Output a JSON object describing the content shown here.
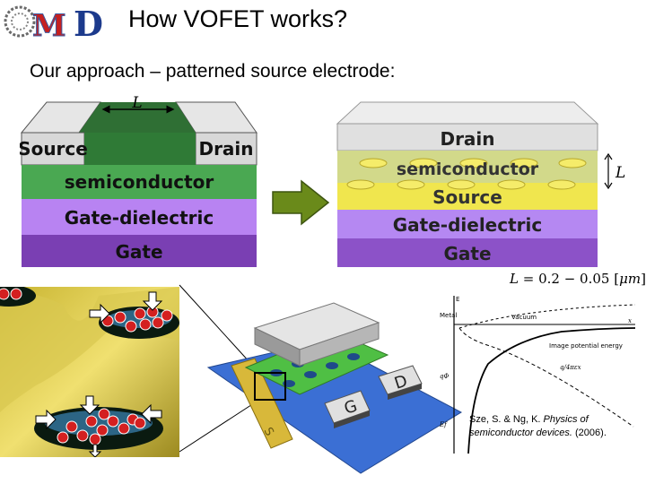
{
  "title": "How VOFET works?",
  "subtitle": "Our approach – patterned source electrode:",
  "logo": {
    "text": "MD",
    "ring": "#6a6a6a",
    "letter_m": "#c62020",
    "letter_d": "#1c3a8c"
  },
  "left_device": {
    "length_label": "L",
    "layers": {
      "source": "Source",
      "drain": "Drain",
      "semiconductor": "semiconductor",
      "dielectric": "Gate-dielectric",
      "gate": "Gate"
    },
    "colors": {
      "electrode": "#cfcfcf",
      "semiconductor": "#3e9a45",
      "dielectric": "#b27ff0",
      "gate": "#7a3fb3"
    }
  },
  "arrow": {
    "color": "#6a8a1a",
    "icon": "right-arrow-icon"
  },
  "right_device": {
    "thickness_label": "L",
    "layers": {
      "drain": "Drain",
      "semiconductor": "semiconductor",
      "source": "Source",
      "dielectric": "Gate-dielectric",
      "gate": "Gate"
    },
    "colors": {
      "drain": "#dedede",
      "semiconductor": "#c8d27a",
      "source": "#f2e84a",
      "dielectric": "#b07ff0",
      "gate": "#8c52c8"
    }
  },
  "formula": {
    "lhs": "L",
    "rhs": "= 0.2 − 0.05",
    "unit": "μm"
  },
  "device_3d": {
    "g_label": "G",
    "d_label": "D",
    "s_label": "S"
  },
  "energy_plot": {
    "region_labels": [
      "Metal",
      "Vacuum"
    ],
    "curve_labels": [
      "Image potential energy"
    ],
    "symbols": [
      "E",
      "x",
      "q/4πεx",
      "qΦ",
      "Ef"
    ]
  },
  "citation": {
    "authors": "Sze, S. & Ng, K.",
    "title": "Physics of semiconductor devices.",
    "year": "(2006)."
  }
}
